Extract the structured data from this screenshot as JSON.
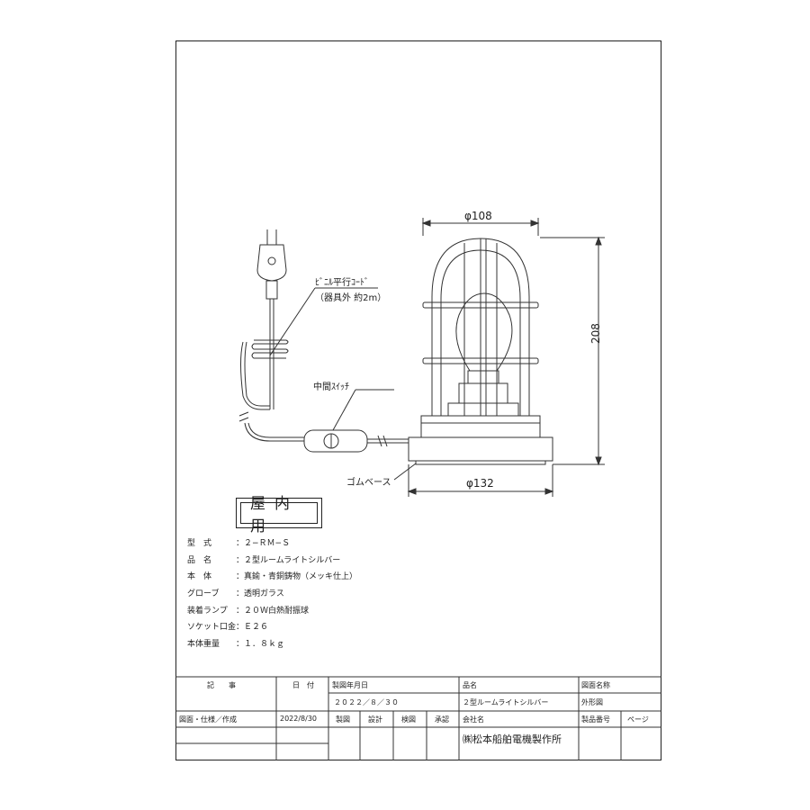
{
  "drawing": {
    "dim_top": "φ108",
    "dim_bottom": "φ132",
    "dim_height": "208",
    "cord_label_1": "ﾋﾞﾆﾙ平行ｺｰﾄﾞ",
    "cord_label_2": "（器具外  約2m）",
    "switch_label": "中間ｽｲｯﾁ",
    "base_label": "ゴムベース"
  },
  "badge": "屋内用",
  "specs": [
    {
      "key": "型　式",
      "value": "：２−ＲＭ−Ｓ"
    },
    {
      "key": "品　名",
      "value": "：２型ルームライトシルバー"
    },
    {
      "key": "本　体",
      "value": "：真鍮・青銅鋳物（メッキ仕上）"
    },
    {
      "key": "グローブ",
      "value": "：透明ガラス"
    },
    {
      "key": "装着ランプ",
      "value": "：２０Ｗ白熱耐振球"
    },
    {
      "key": "ソケット口金",
      "value": "：Ｅ２６"
    },
    {
      "key": "本体重量",
      "value": "：１．８ｋｇ"
    }
  ],
  "title_block": {
    "record": "記　　事",
    "date": "日　付",
    "drawn_date_label": "製図年月日",
    "drawn_date": "２０２２／８／３０",
    "product_label": "品名",
    "product": "２型ルームライトシルバー",
    "drawing_name_label": "図面名称",
    "drawing_name": "外形図",
    "record_entry": "図面・仕様／作成",
    "record_date": "2022/8/30",
    "drafting": "製図",
    "design": "設計",
    "inspection": "検図",
    "approval": "承認",
    "company_label": "会社名",
    "company": "㈱松本船舶電機製作所",
    "product_no_label": "製品番号",
    "page_label": "ページ"
  }
}
